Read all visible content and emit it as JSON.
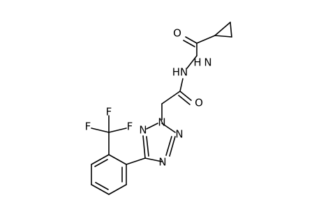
{
  "molecule": {
    "atoms": {
      "carbonyl_oxygen_top": "O",
      "hydrazide_nh_top": "H",
      "hydrazide_n_top": "N",
      "hydrazide_nh_middle": "HN",
      "carbonyl_oxygen_middle": "O",
      "tetrazole_n1": "N",
      "tetrazole_n2": "N",
      "tetrazole_n3": "N",
      "tetrazole_n4": "N",
      "fluorine_top": "F",
      "fluorine_left": "F",
      "fluorine_right": "F"
    },
    "colors": {
      "bond": "#000000",
      "label": "#000000",
      "background": "#ffffff"
    }
  }
}
